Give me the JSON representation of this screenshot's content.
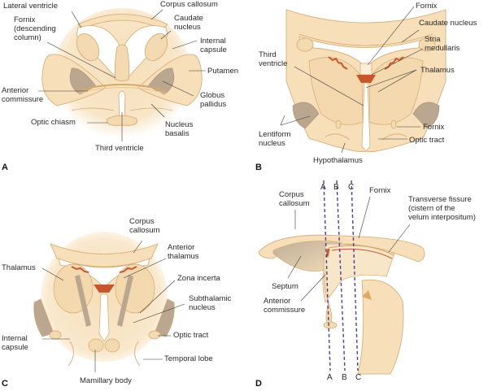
{
  "colors": {
    "tissue": "#f6dfb9",
    "tissue_light": "#fbeed7",
    "outline": "#d3a870",
    "nucleus_dark": "#bba78f",
    "plexus": "#c8562c",
    "ventricle": "#ffffff",
    "leader": "#3a3a3a",
    "cut_line": "#4a3f9a"
  },
  "panels": [
    {
      "letter": "A",
      "labels": {
        "lateral_ventricle": "Lateral ventricle",
        "fornix": "Fornix\n(descending\ncolumn)",
        "corpus_callosum": "Corpus callosum",
        "caudate_nucleus": "Caudate\nnucleus",
        "internal_capsule": "Internal\ncapsule",
        "putamen": "Putamen",
        "anterior_commissure": "Anterior\ncommissure",
        "globus_pallidus": "Globus\npallidus",
        "optic_chiasm": "Optic chiasm",
        "nucleus_basalis": "Nucleus\nbasalis",
        "third_ventricle": "Third ventricle"
      }
    },
    {
      "letter": "B",
      "labels": {
        "fornix_top": "Fornix",
        "caudate_nucleus": "Caudate nucleus",
        "stria_medullaris": "Stria\nmedullaris",
        "third_ventricle": "Third\nventricle",
        "thalamus": "Thalamus",
        "fornix_bottom": "Fornix",
        "lentiform_nucleus": "Lentiform\nnucleus",
        "optic_tract": "Optic tract",
        "hypothalamus": "Hypothalamus"
      }
    },
    {
      "letter": "C",
      "labels": {
        "corpus_callosum": "Corpus\ncallosum",
        "anterior_thalamus": "Anterior\nthalamus",
        "thalamus": "Thalamus",
        "zona_incerta": "Zona incerta",
        "subthalamic_nucleus": "Subthalamic\nnucleus",
        "internal_capsule": "Internal\ncapsule",
        "optic_tract": "Optic tract",
        "temporal_lobe": "Temporal lobe",
        "mamillary_body": "Mamillary body"
      }
    },
    {
      "letter": "D",
      "labels": {
        "corpus_callosum": "Corpus\ncallosum",
        "fornix": "Fornix",
        "transverse_fissure": "Transverse fissure\n(cistern of the\nvelum interpositum)",
        "septum": "Septum",
        "anterior_commissure": "Anterior\ncommissure"
      },
      "cut_lines": [
        "A",
        "B",
        "C"
      ]
    }
  ]
}
